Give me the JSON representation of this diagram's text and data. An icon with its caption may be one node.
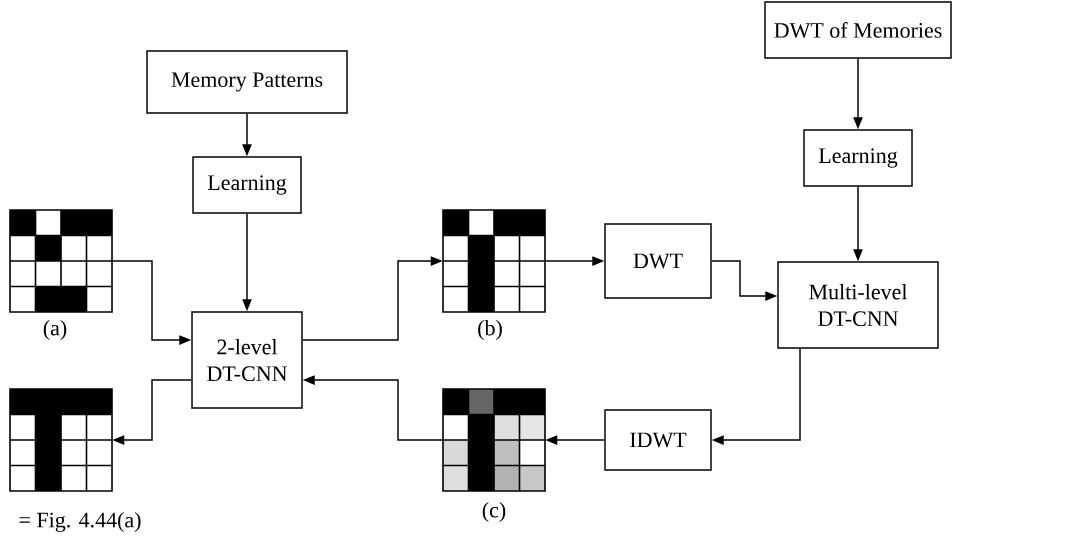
{
  "diagram": {
    "nodes": [
      {
        "text": [
          "Memory Patterns"
        ]
      },
      {
        "text": [
          "DWT of Memories"
        ]
      },
      {
        "text": [
          "Learning"
        ]
      },
      {
        "text": [
          "Learning"
        ]
      },
      {
        "text": [],
        "shape": "picture",
        "beside": [
          "(a)"
        ]
      },
      {
        "text": [
          "2-level DT-CNN"
        ]
      },
      {
        "text": [],
        "shape": "picture",
        "beside": [
          "(b)"
        ]
      },
      {
        "text": [
          "DWT"
        ]
      },
      {
        "text": [
          "Multi-level DT-CNN"
        ]
      },
      {
        "text": [],
        "shape": "picture",
        "beside": [
          "= Fig. 4.44(a)"
        ]
      },
      {
        "text": [],
        "shape": "picture",
        "beside": [
          "(c)"
        ]
      },
      {
        "text": [
          "IDWT"
        ]
      }
    ],
    "edges": [
      {
        "from": 0,
        "to": 2,
        "arrow": "to"
      },
      {
        "from": 1,
        "to": 3,
        "arrow": "to"
      },
      {
        "from": 2,
        "to": 5,
        "arrow": "to"
      },
      {
        "from": 3,
        "to": 8,
        "arrow": "to"
      },
      {
        "from": 4,
        "to": 5,
        "arrow": "to"
      },
      {
        "from": 5,
        "to": 6,
        "arrow": "to"
      },
      {
        "from": 6,
        "to": 7,
        "arrow": "to"
      },
      {
        "from": 7,
        "to": 8,
        "arrow": "to"
      },
      {
        "from": 8,
        "to": 11,
        "arrow": "to"
      },
      {
        "from": 11,
        "to": 10,
        "arrow": "to"
      },
      {
        "from": 10,
        "to": 5,
        "arrow": "to"
      },
      {
        "from": 5,
        "to": 9,
        "arrow": "to"
      }
    ]
  }
}
